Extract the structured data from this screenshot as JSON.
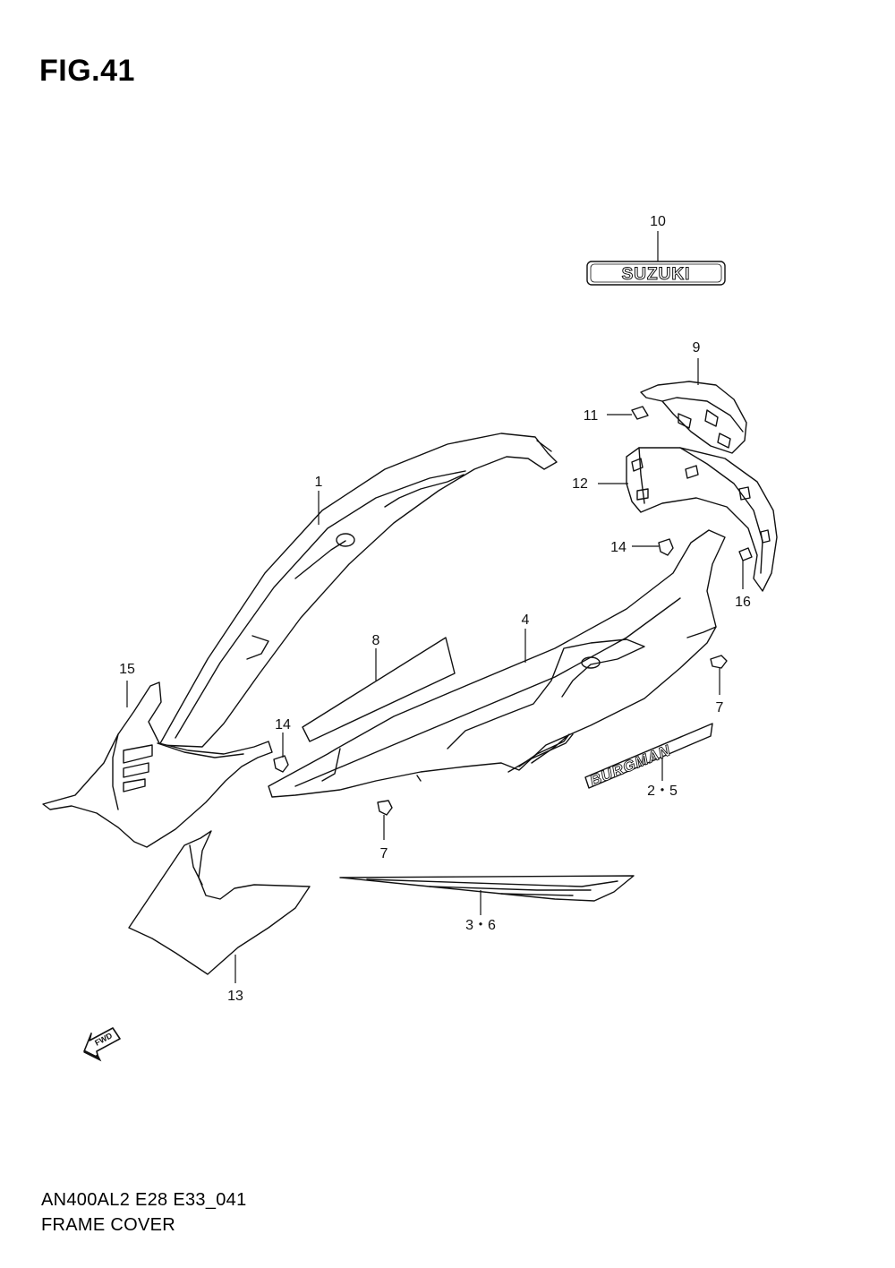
{
  "figure": {
    "title": "FIG.41",
    "model_code": "AN400AL2 E28 E33_041",
    "section_name": "FRAME COVER"
  },
  "badges": {
    "suzuki_emblem": "SUZUKI",
    "burgman_emblem": "BURGMAN",
    "fwd_arrow": "FWD"
  },
  "callouts": {
    "c1": "1",
    "c2_5": "2・5",
    "c3_6": "3・6",
    "c4": "4",
    "c7_right": "7",
    "c7_bottom": "7",
    "c8": "8",
    "c9": "9",
    "c10": "10",
    "c11": "11",
    "c12": "12",
    "c13": "13",
    "c14_upper": "14",
    "c14_lower": "14",
    "c15": "15",
    "c16": "16"
  }
}
